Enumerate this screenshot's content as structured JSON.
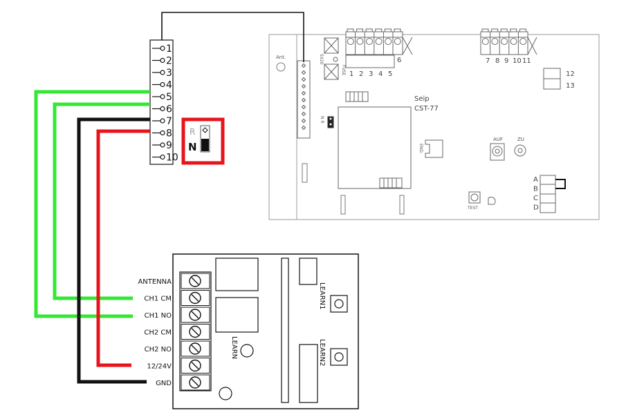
{
  "connector": {
    "pins": [
      "1",
      "2",
      "3",
      "4",
      "5",
      "6",
      "7",
      "8",
      "9",
      "10"
    ]
  },
  "jumper": {
    "label_r": "R",
    "label_n": "N",
    "highlight_color": "#e8141c"
  },
  "control_board": {
    "fuse_label": "FUSE",
    "fuse_spec": "5X20",
    "model_line1": "Seip",
    "model_line2": "CST-77",
    "antenna_label": "Ant.",
    "terminals_left": [
      "1",
      "2",
      "3",
      "4",
      "5",
      "6"
    ],
    "terminals_right": [
      "7",
      "8",
      "9",
      "10",
      "11"
    ],
    "side_labels": [
      "12",
      "13"
    ],
    "abcd_labels": [
      "A",
      "B",
      "C",
      "D"
    ],
    "auf_label": "AUF",
    "zu_label": "ZU",
    "end_label": "END.",
    "test_label": "TEST",
    "nr_label": "N R"
  },
  "receiver": {
    "terminal_labels": [
      "ANTENNA",
      "CH1 CM",
      "CH1 NO",
      "CH2 CM",
      "CH2 NO",
      "12/24V",
      "GND"
    ],
    "learn_label": "LEARN",
    "learn1_label": "LEARN1",
    "learn2_label": "LEARN2"
  },
  "wire_colors": {
    "green": "#33e833",
    "black": "#111111",
    "red": "#e8141c"
  }
}
